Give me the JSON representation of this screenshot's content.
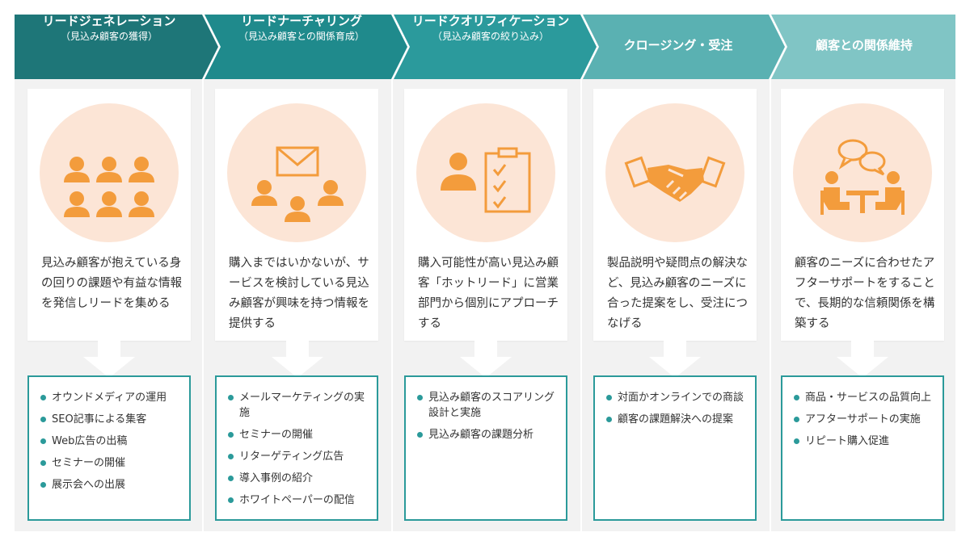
{
  "colors": {
    "stage_1": "#1e7678",
    "stage_2": "#1f8a8c",
    "stage_3": "#2b9a9c",
    "stage_4": "#5ab1b2",
    "stage_5": "#80c5c5",
    "accent_orange": "#f39c3c",
    "icon_bg": "#fce5d6",
    "box_border": "#2b9a9a"
  },
  "stages": [
    {
      "title": "リードジェネレーション",
      "subtitle": "（見込み顧客の獲得）",
      "icon": "audience-people-icon",
      "description": "見込み顧客が抱えている身の回りの課題や有益な情報を発信しリードを集める",
      "actions": [
        "オウンドメディアの運用",
        "SEO記事による集客",
        "Web広告の出稿",
        "セミナーの開催",
        "展示会への出展"
      ]
    },
    {
      "title": "リードナーチャリング",
      "subtitle": "（見込み顧客との関係育成）",
      "icon": "mail-group-icon",
      "description": "購入まではいかないが、サービスを検討している見込み顧客が興味を持つ情報を提供する",
      "actions": [
        "メールマーケティングの実施",
        "セミナーの開催",
        "リターゲティング広告",
        "導入事例の紹介",
        "ホワイトペーパーの配信"
      ]
    },
    {
      "title": "リードクオリフィケーション",
      "subtitle": "（見込み顧客の絞り込み）",
      "icon": "person-checklist-icon",
      "description": "購入可能性が高い見込み顧客「ホットリード」に営業部門から個別にアプローチする",
      "actions": [
        "見込み顧客のスコアリング設計と実施",
        "見込み顧客の課題分析"
      ]
    },
    {
      "title": "クロージング・受注",
      "subtitle": "",
      "icon": "handshake-icon",
      "description": "製品説明や疑問点の解決など、見込み顧客のニーズに合った提案をし、受注につなげる",
      "actions": [
        "対面かオンラインでの商談",
        "顧客の課題解決への提案"
      ]
    },
    {
      "title": "顧客との関係維持",
      "subtitle": "",
      "icon": "meeting-chat-icon",
      "description": "顧客のニーズに合わせたアフターサポートをすることで、長期的な信頼関係を構築する",
      "actions": [
        "商品・サービスの品質向上",
        "アフターサポートの実施",
        "リピート購入促進"
      ]
    }
  ]
}
